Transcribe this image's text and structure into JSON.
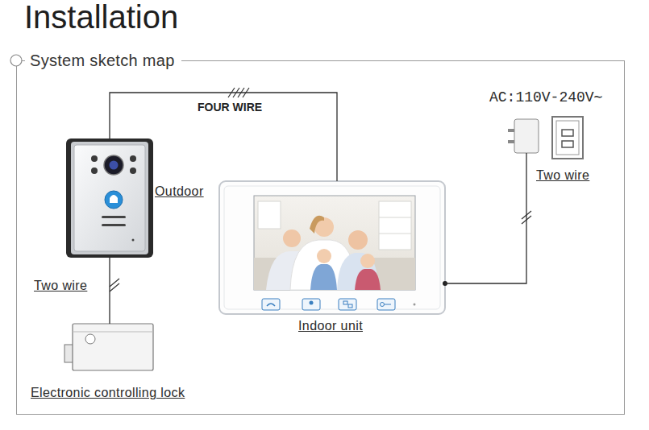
{
  "diagram": {
    "title": "Installation",
    "nodes": [
      {
        "text": [
          "System sketch map"
        ]
      },
      {
        "text": [
          "Outdoor"
        ],
        "in": 0
      },
      {
        "text": [
          "Indoor unit"
        ],
        "in": 0
      },
      {
        "text": [
          "Electronic controlling lock"
        ],
        "in": 0
      },
      {
        "text": [
          "AC:110V-240V∼"
        ],
        "in": 0
      }
    ],
    "edges": [
      {
        "from": 1,
        "to": 2,
        "label": "FOUR WIRE",
        "arrow": "none"
      },
      {
        "from": 1,
        "to": 3,
        "label": "Two wire",
        "arrow": "none"
      },
      {
        "from": 4,
        "to": 2,
        "label": "Two wire",
        "arrow": "none"
      }
    ]
  }
}
